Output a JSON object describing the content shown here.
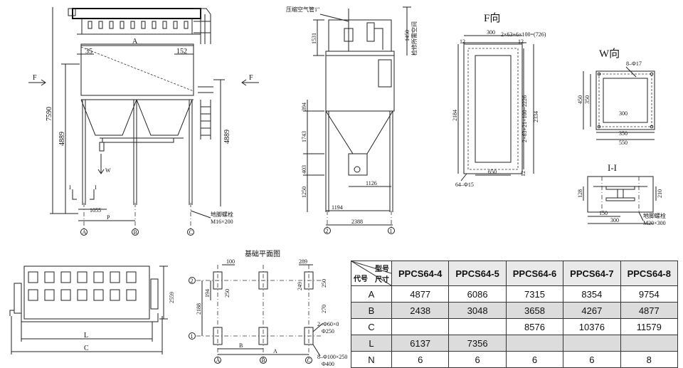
{
  "front_view": {
    "dim_a": "A",
    "dim_35": "35",
    "dim_152": "152",
    "dim_7590": "7590",
    "dim_4889_left": "4889",
    "dim_4889_right": "4889",
    "dim_1055": "1055",
    "dim_p": "P",
    "arrow_f_left": "F",
    "arrow_f_right": "F",
    "arrow_w": "W",
    "section_i_left": "I",
    "section_i_right": "I",
    "axis_a": "A",
    "axis_b": "B",
    "axis_c": "C",
    "anchor_label": "地脚螺栓",
    "anchor_spec": "M16×200"
  },
  "side_view": {
    "air_label": "压缩空气管1\"",
    "dim_1450": "1450",
    "maint_label": "检修所需空间",
    "dim_1531": "1531",
    "dim_394": "394",
    "dim_1743": "1743",
    "dim_403": "403",
    "dim_1250": "1250",
    "dim_1126": "1126",
    "dim_1194": "1194",
    "dim_2388": "2388",
    "axis_2": "2",
    "axis_1": "1"
  },
  "f_view": {
    "title": "F向",
    "dim_300": "300",
    "dim_pitch_top": "2×63+6×100=(726)",
    "dim_12_a": "12",
    "dim_12_b": "12",
    "dim_12_c": "12",
    "dim_2184": "2184",
    "dim_pitch_side": "2×63+21×100=2226",
    "dim_2334": "2334",
    "dim_650": "650",
    "holes_label": "64–Φ15"
  },
  "w_view": {
    "title": "W向",
    "holes_label": "8–Φ17",
    "dim_450": "450",
    "dim_350_v": "350",
    "dim_300_in": "300",
    "dim_350_h": "350",
    "dim_550": "550"
  },
  "section_view": {
    "title": "I-I",
    "dim_128": "128",
    "dim_210": "210",
    "dim_150": "150",
    "dim_300": "300",
    "bolt_label": "地脚螺栓",
    "bolt_spec": "M20×300"
  },
  "plan_view": {
    "dim_2559": "2559",
    "dim_l": "L",
    "dim_c": "C"
  },
  "foundation_view": {
    "title": "基础平面图",
    "dim_100": "100",
    "dim_289": "289",
    "dim_250_a": "250",
    "dim_194": "194",
    "dim_249": "249",
    "dim_250_b": "250",
    "dim_270": "270",
    "dim_2188": "2188",
    "hole_1": "2–Φ60×0",
    "hole_1b": "Φ250",
    "dim_b": "B",
    "dim_a": "A",
    "hole_2": "8–Φ100×250",
    "hole_2b": "Φ400",
    "axis_2": "2",
    "axis_1": "1",
    "axis_a": "A",
    "axis_b": "B",
    "axis_c": "C"
  },
  "spec_table": {
    "header_model": "型号",
    "header_size": "尺寸",
    "header_code": "代号",
    "columns": [
      "PPCS64-4",
      "PPCS64-5",
      "PPCS64-6",
      "PPCS64-7",
      "PPCS64-8"
    ],
    "rows": [
      {
        "code": "A",
        "values": [
          "4877",
          "6086",
          "7315",
          "8354",
          "9754"
        ]
      },
      {
        "code": "B",
        "values": [
          "2438",
          "3048",
          "3658",
          "4267",
          "4877"
        ]
      },
      {
        "code": "C",
        "values": [
          "",
          "",
          "8576",
          "10376",
          "11579"
        ]
      },
      {
        "code": "L",
        "values": [
          "6137",
          "7356",
          "",
          "",
          ""
        ]
      },
      {
        "code": "N",
        "values": [
          "6",
          "6",
          "6",
          "6",
          "8"
        ]
      }
    ]
  }
}
